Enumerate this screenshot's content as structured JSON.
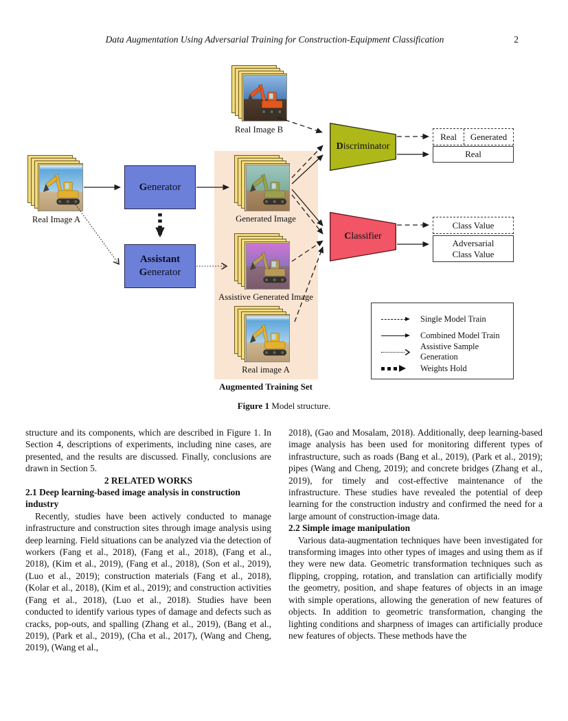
{
  "header": {
    "title": "Data Augmentation Using Adversarial Training for Construction-Equipment Classification",
    "page_number": "2"
  },
  "figure": {
    "caption": {
      "label": "Figure 1",
      "text": "Model structure."
    },
    "nodes": {
      "generator": {
        "lead": "G",
        "rest": "enerator"
      },
      "assistant_generator": {
        "line1_lead": "A",
        "line1_rest": "ssistant",
        "line2_lead": "G",
        "line2_rest": "enerator"
      },
      "discriminator": {
        "lead": "D",
        "rest": "iscriminator"
      },
      "classifier": {
        "lead": "C",
        "rest": "lassifier"
      }
    },
    "stacks": {
      "real_image_b": "Real Image B",
      "real_image_a": "Real Image A",
      "generated_image": "Generated Image",
      "assistive_generated_image": "Assistive Generated Image",
      "real_image_a_augmented": "Real image A"
    },
    "augmented_set_label": "Augmented Training Set",
    "outputs": {
      "discriminator_dashed": [
        "Real",
        "Generated"
      ],
      "discriminator_solid": "Real",
      "classifier_dashed": "Class Value",
      "classifier_solid": "Adversarial Class Value"
    },
    "legend": [
      {
        "style": "dashed",
        "label": "Single Model Train"
      },
      {
        "style": "solid",
        "label": "Combined Model Train"
      },
      {
        "style": "dotted",
        "label": "Assistive Sample Generation"
      },
      {
        "style": "weights",
        "label": "Weights Hold"
      }
    ],
    "colors": {
      "generator_box": "#6c80d9",
      "discriminator": "#aeb818",
      "classifier": "#f25566",
      "augmented_bg": "#fae5d2",
      "card_fill": "#f2da80",
      "card_border": "#6b5a28"
    }
  },
  "body": {
    "left_column": {
      "para1": "structure and its components, which are described in Figure 1. In Section 4, descriptions of experiments, including nine cases, are presented, and the results are discussed. Finally, conclusions are drawn in Section 5.",
      "heading": "2 RELATED WORKS",
      "subheading": "2.1 Deep learning-based image analysis in construction industry",
      "para2": "Recently, studies have been actively conducted to manage infrastructure and construction sites through image analysis using deep learning. Field situations can be analyzed via the detection of workers (Fang et al., 2018), (Fang et al., 2018), (Fang et al., 2018), (Kim et al., 2019), (Fang et al., 2018), (Son et al., 2019), (Luo et al., 2019); construction materials (Fang et al., 2018), (Kolar et al., 2018), (Kim et al., 2019); and construction activities (Fang et al., 2018), (Luo et al., 2018). Studies have been conducted to identify various types of damage and defects such as cracks, pop-outs, and spalling (Zhang et al., 2019), (Bang et al., 2019), (Park et al., 2019), (Cha et al., 2017), (Wang and Cheng, 2019), (Wang et al.,"
    },
    "right_column": {
      "para1": "2018), (Gao and Mosalam, 2018). Additionally, deep learning-based image analysis has been used for monitoring different types of infrastructure, such as roads (Bang et al., 2019), (Park et al., 2019); pipes (Wang and Cheng, 2019); and concrete bridges (Zhang et al., 2019), for timely and cost-effective maintenance of the infrastructure. These studies have revealed the potential of deep learning for the construction industry and confirmed the need for a large amount of construction-image data.",
      "subheading": "2.2 Simple image manipulation",
      "para2": "Various data-augmentation techniques have been investigated for transforming images into other types of images and using them as if they were new data. Geometric transformation techniques such as flipping, cropping, rotation, and translation can artificially modify the geometry, position, and shape features of objects in an image with simple operations, allowing the generation of new features of objects. In addition to geometric transformation, changing the lighting conditions and sharpness of images can artificially produce new features of objects. These methods have the"
    }
  }
}
